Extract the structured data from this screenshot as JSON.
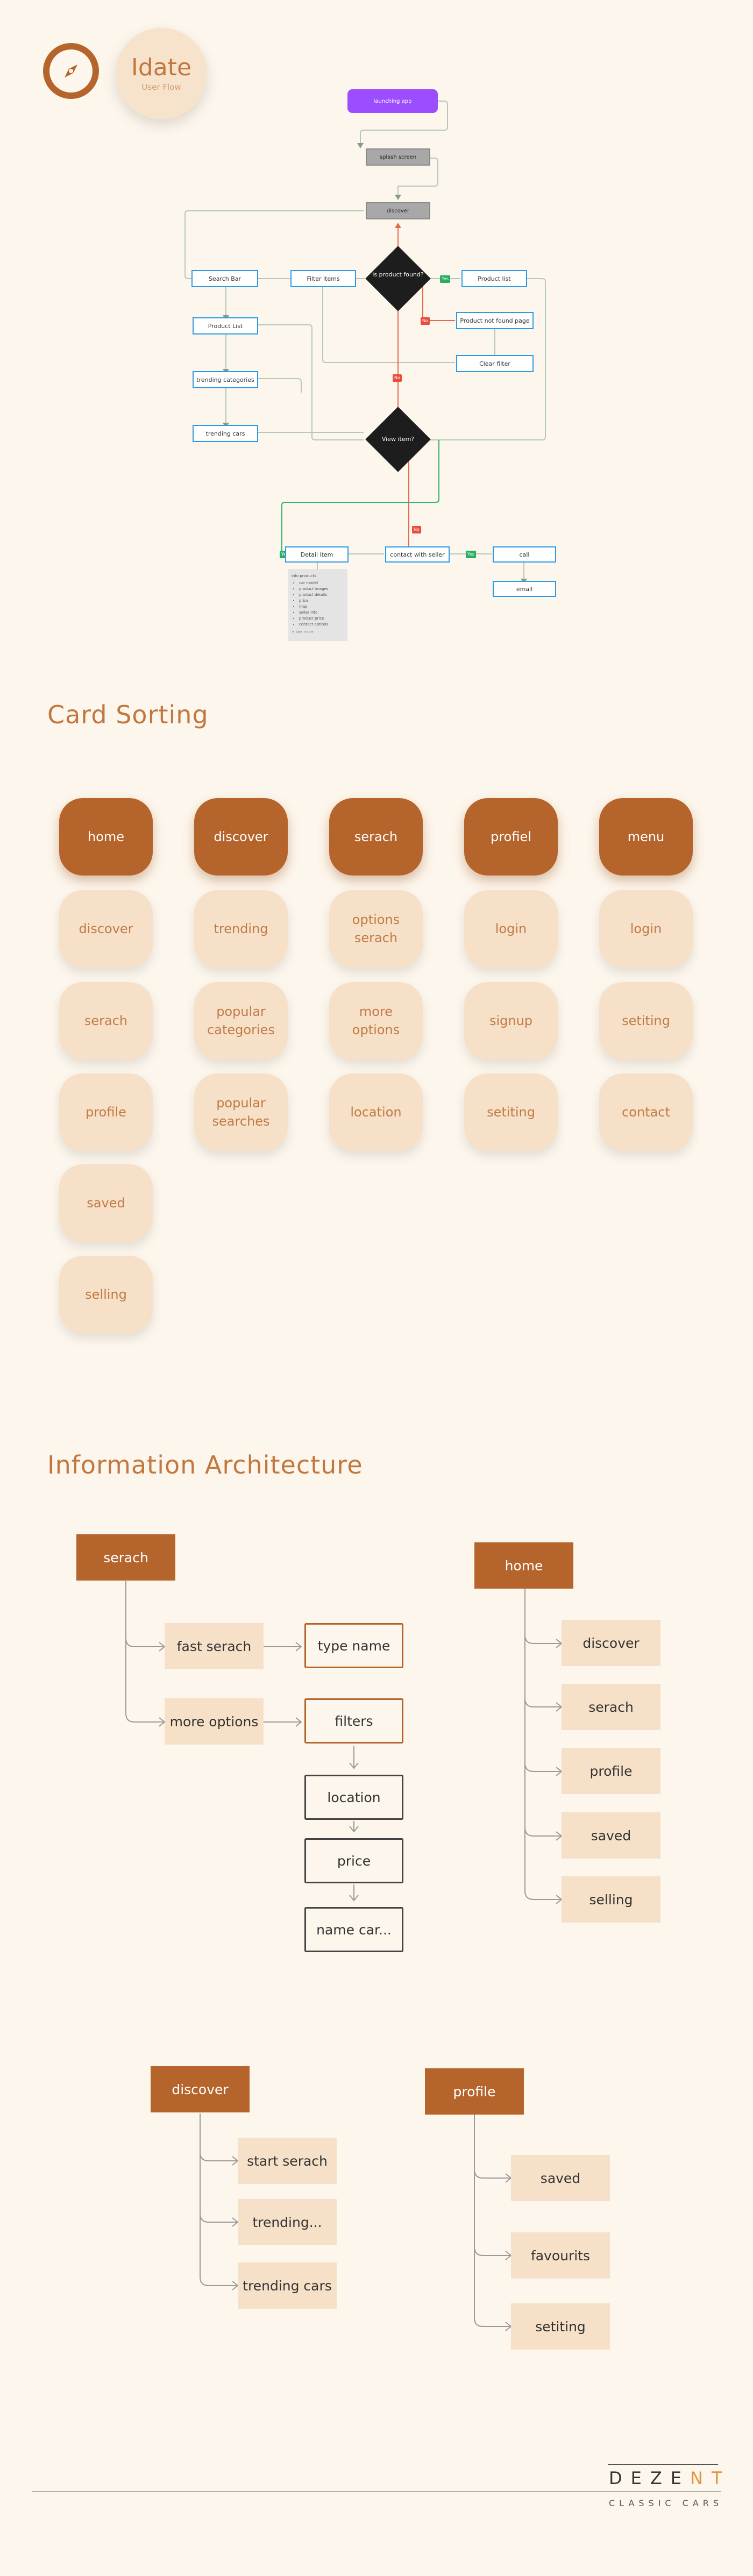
{
  "brand": {
    "title": "Idate",
    "subtitle": "User Flow",
    "icon": "compass-icon"
  },
  "colors": {
    "background": "#fdf6ec",
    "accent": "#b5652c",
    "card": "#f6e1c8",
    "flow_blue": "#2b9ae4",
    "flow_purple": "#9b4dff"
  },
  "flow": {
    "launch": "launching app",
    "splash": "splash screen",
    "discover": "discover",
    "search_bar": "Search Bar",
    "filter_items": "Filter items",
    "is_found": "is product found?",
    "yes1": "Yes",
    "no1": "No",
    "product_list_right": "Product list",
    "not_found": "Product not found page",
    "clear_filter": "Clear filter",
    "product_list": "Product List",
    "trending_categories": "trending categories",
    "trending_cars": "trending cars",
    "view_item": "View item?",
    "no2": "No",
    "yes2": "Yes",
    "detail_item": "Detail item",
    "contact_seller": "contact with seller",
    "yes3": "Yes",
    "no3": "No",
    "call": "call",
    "email": "email",
    "note_title": "info products",
    "note_items": [
      "car model",
      "product images",
      "product details",
      "price",
      "map",
      "seller info",
      "product price",
      "contact options"
    ],
    "note_footer": "+ see more"
  },
  "card_sorting": {
    "title": "Card Sorting",
    "columns": [
      {
        "head": "home",
        "items": [
          "discover",
          "serach",
          "profile",
          "saved",
          "selling"
        ]
      },
      {
        "head": "discover",
        "items": [
          "trending",
          "popular categories",
          "popular searches"
        ]
      },
      {
        "head": "serach",
        "items": [
          "options serach",
          "more options",
          "location"
        ]
      },
      {
        "head": "profiel",
        "items": [
          "login",
          "signup",
          "setiting"
        ]
      },
      {
        "head": "menu",
        "items": [
          "login",
          "setiting",
          "contact"
        ]
      }
    ]
  },
  "ia": {
    "title": "Information Architecture",
    "search": {
      "head": "serach",
      "fast": "fast serach",
      "more": "more options",
      "type_name": "type name",
      "filters": "filters",
      "location": "location",
      "price": "price",
      "name_car": "name car..."
    },
    "home": {
      "head": "home",
      "items": [
        "discover",
        "serach",
        "profile",
        "saved",
        "selling"
      ]
    },
    "discover": {
      "head": "discover",
      "items": [
        "start serach",
        "trending...",
        "trending cars"
      ]
    },
    "profile": {
      "head": "profile",
      "items": [
        "saved",
        "favourits",
        "setiting"
      ]
    }
  },
  "footer": {
    "logo_pre": "DEZE",
    "logo_acc": "NT",
    "logo_sub": "CLASSIC CARS"
  }
}
